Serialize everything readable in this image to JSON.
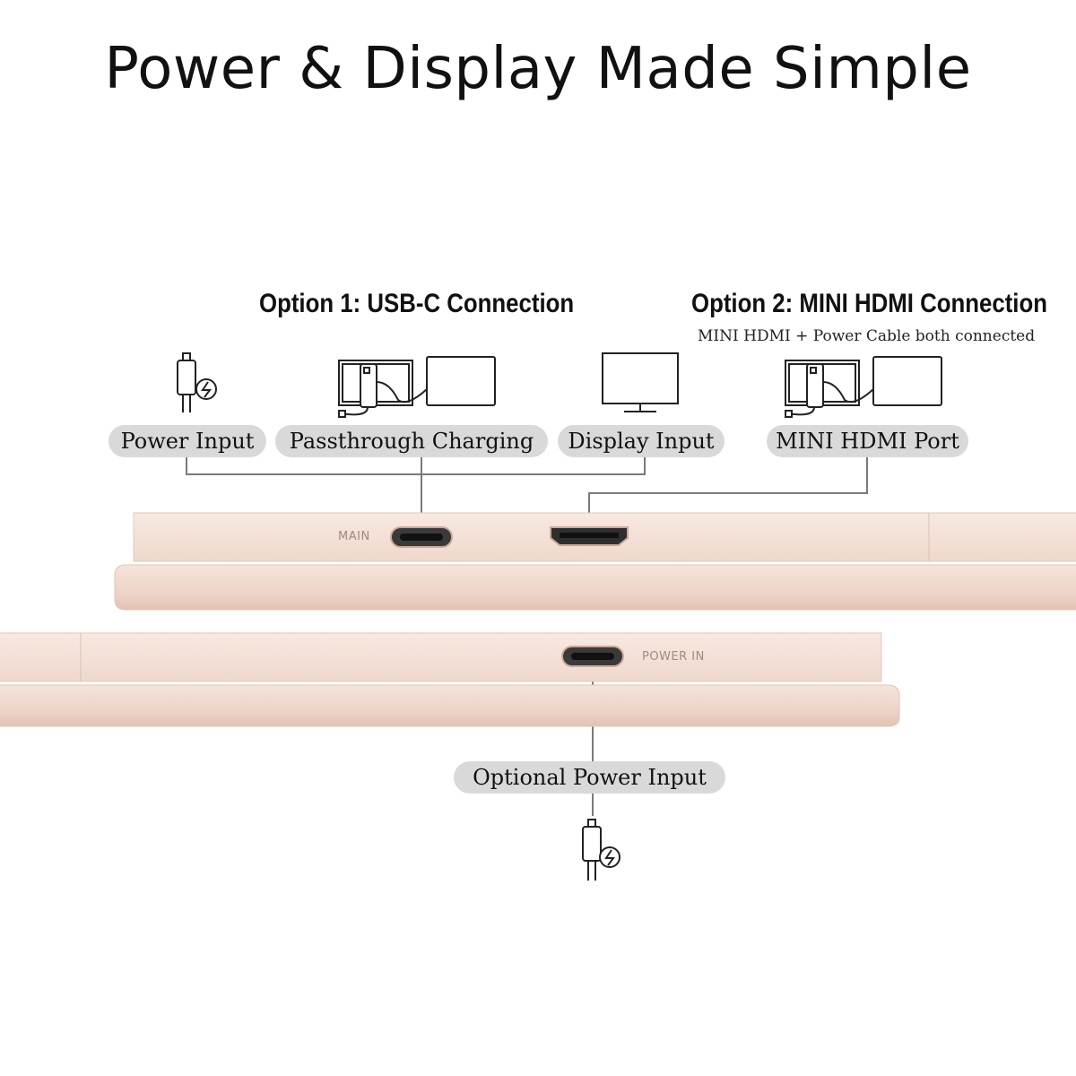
{
  "title": "Power & Display Made Simple",
  "option1": {
    "heading": "Option 1: USB-C Connection"
  },
  "option2": {
    "heading": "Option 2: MINI HDMI Connection",
    "subtitle": "MINI HDMI + Power Cable both connected"
  },
  "labels": {
    "power_input": "Power Input",
    "passthrough_charging": "Passthrough Charging",
    "display_input": "Display Input",
    "mini_hdmi_port": "MINI HDMI Port",
    "optional_power_input": "Optional Power Input"
  },
  "ports": {
    "main": "MAIN",
    "power_in": "POWER IN"
  },
  "icons": {
    "power_plug": "usb-c-power-plug-icon",
    "passthrough": "laptop-charging-setup-icon",
    "display": "monitor-icon",
    "hdmi_setup": "laptop-hdmi-setup-icon",
    "optional_power_plug": "usb-c-power-plug-icon"
  },
  "colors": {
    "pill": "#d9d9d9",
    "device_top": "#f3ddd2",
    "device_bottom": "#ecd2c6",
    "text": "#111111"
  }
}
